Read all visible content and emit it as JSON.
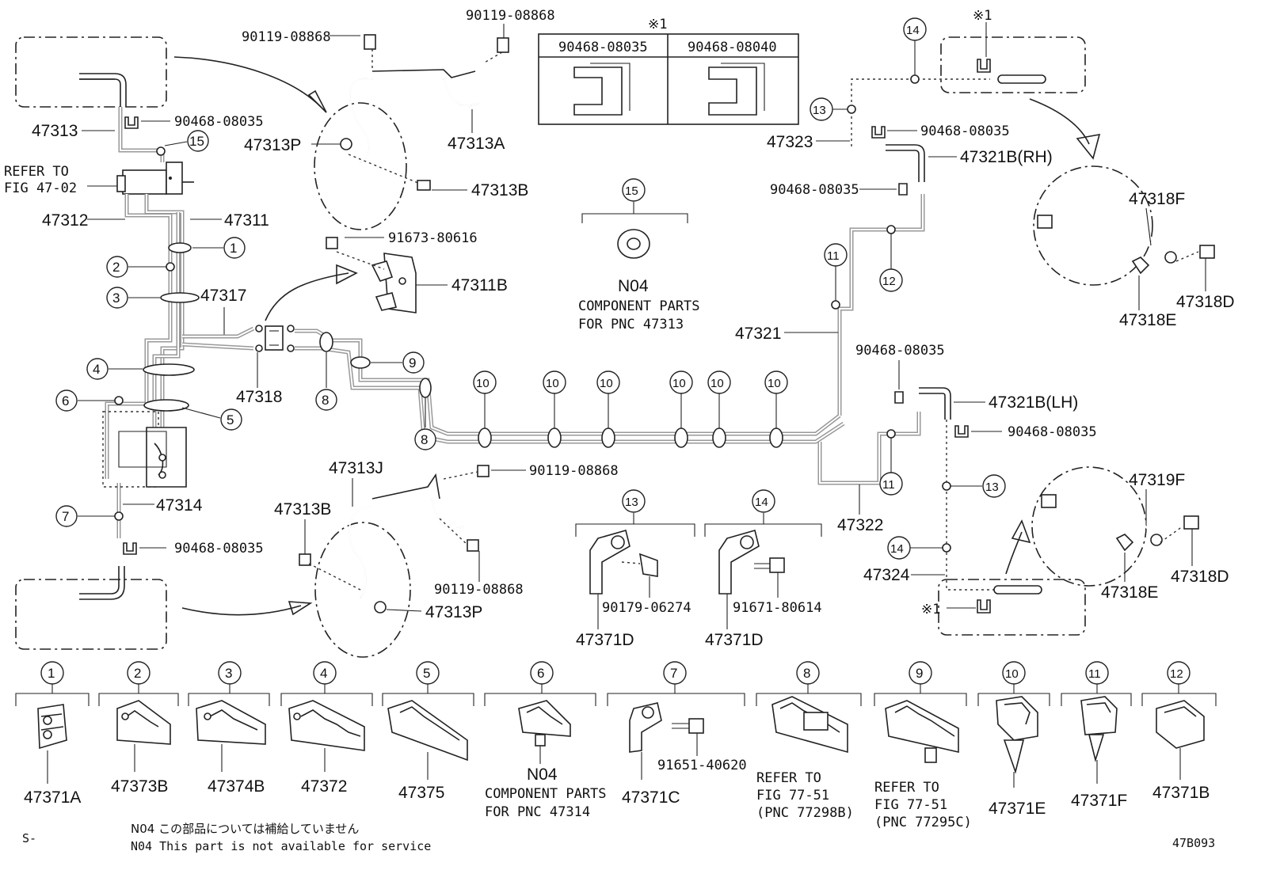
{
  "labels": {
    "p90119_08868_a": "90119-08868",
    "p90119_08868_b": "90119-08868",
    "p47313": "47313",
    "p90468_08035_a": "90468-08035",
    "p47313P_top": "47313P",
    "p47313A": "47313A",
    "refer_fig_4702_l1": "REFER TO",
    "refer_fig_4702_l2": "FIG 47-02",
    "p47313B_top": "47313B",
    "p47312": "47312",
    "p47311": "47311",
    "p91673_80616": "91673-80616",
    "p47311B": "47311B",
    "p47317": "47317",
    "p47318": "47318",
    "p47314": "47314",
    "p90468_08035_b": "90468-08035",
    "p47313J": "47313J",
    "p47313B_bot": "47313B",
    "p90119_08868_c": "90119-08868",
    "p90119_08868_d": "90119-08868",
    "p47313P_bot": "47313P",
    "p47323": "47323",
    "p90468_08035_c": "90468-08035",
    "p47321B_RH": "47321B(RH)",
    "p90468_08035_d": "90468-08035",
    "p47318F": "47318F",
    "p47318E_top": "47318E",
    "p47318D_top": "47318D",
    "p47321": "47321",
    "p90468_08035_e": "90468-08035",
    "p47321B_LH": "47321B(LH)",
    "p90468_08035_f": "90468-08035",
    "p47322": "47322",
    "p47319F": "47319F",
    "p47324": "47324",
    "p47318E_bot": "47318E",
    "p47318D_bot": "47318D",
    "p90179_06274": "90179-06274",
    "p91671_80614": "91671-80614",
    "p47371D_a": "47371D",
    "p47371D_b": "47371D",
    "n04_top": "N04",
    "n04_top_l1": "COMPONENT PARTS",
    "n04_top_l2": "FOR PNC 47313",
    "table_note_mark": "※1",
    "table_col1": "90468-08035",
    "table_col2": "90468-08040",
    "note_mark_top": "※1",
    "note_mark_bot": "※1"
  },
  "callout_numbers": [
    "1",
    "2",
    "3",
    "4",
    "5",
    "6",
    "7",
    "8",
    "9",
    "10",
    "11",
    "12",
    "13",
    "14",
    "15"
  ],
  "bottom_parts": [
    {
      "num": "1",
      "pn": "47371A"
    },
    {
      "num": "2",
      "pn": "47373B"
    },
    {
      "num": "3",
      "pn": "47374B"
    },
    {
      "num": "4",
      "pn": "47372"
    },
    {
      "num": "5",
      "pn": "47375"
    },
    {
      "num": "6",
      "pn": "N04"
    },
    {
      "num": "7",
      "pn": "47371C"
    },
    {
      "num": "8",
      "pn": "REFER TO"
    },
    {
      "num": "9",
      "pn": "REFER TO"
    },
    {
      "num": "10",
      "pn": "47371E"
    },
    {
      "num": "11",
      "pn": "47371F"
    },
    {
      "num": "12",
      "pn": "47371B"
    }
  ],
  "bottom_extra": {
    "p6_l1": "COMPONENT PARTS",
    "p6_l2": "FOR PNC 47314",
    "p7_bolt": "91651-40620",
    "p8_l2": "FIG 77-51",
    "p8_l3": "(PNC 77298B)",
    "p9_l2": "FIG 77-51",
    "p9_l3": "(PNC 77295C)"
  },
  "footer": {
    "note_jp": "N04 この部品については補給していません",
    "note_en": "N04 This part is not available for service",
    "left_mark": "S-",
    "figure_code": "47B093"
  }
}
